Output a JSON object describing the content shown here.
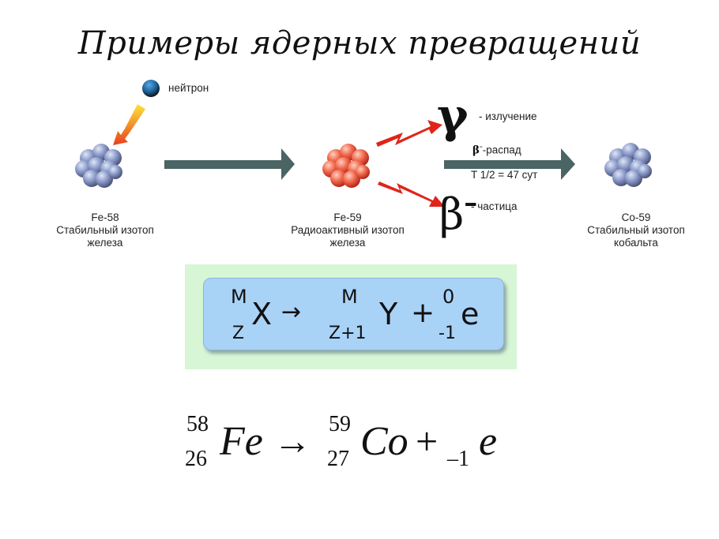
{
  "title": "Примеры ядерных превращений",
  "diagram": {
    "neutron_label": "нейтрон",
    "fe58": {
      "name": "Fe-58",
      "desc": "Стабильный изотоп",
      "elem": "железа"
    },
    "fe59": {
      "name": "Fe-59",
      "desc": "Радиоактивный изотоп",
      "elem": "железа"
    },
    "co59": {
      "name": "Co-59",
      "desc": "Стабильный изотоп",
      "elem": "кобальта"
    },
    "gamma_symbol": "γ",
    "gamma_label": "- излучение",
    "decay_beta": "β",
    "decay_sup": "-",
    "decay_label": "-распад",
    "half_life": "T 1/2 = 47 сут",
    "beta_symbol": "β",
    "beta_sup": "–",
    "beta_label": "- частица"
  },
  "general_formula": {
    "m1": "M",
    "z1": "Z",
    "x": "X",
    "arrow": "→",
    "m2": "M",
    "z2": "Z+1",
    "y": "Y",
    "plus": "+",
    "m3": "0",
    "z3": "-1",
    "e": "e"
  },
  "example_formula": {
    "a1": "58",
    "z1": "26",
    "el1": "Fe",
    "arrow": "→",
    "a2": "59",
    "z2": "27",
    "el2": "Co",
    "plus": "+",
    "z3": "–1",
    "e": "e"
  },
  "colors": {
    "green_bg": "#d6f6d6",
    "blue_box": "#a9d2f7",
    "arrow": "#4b6464"
  }
}
